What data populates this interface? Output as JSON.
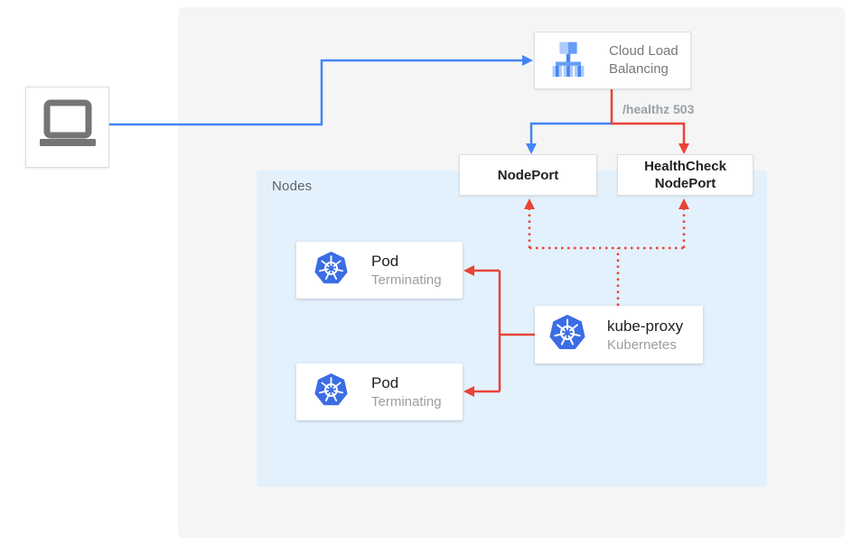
{
  "diagram": {
    "cloud_load_balancing": {
      "label": "Cloud Load Balancing",
      "icon": "cloud-load-balancing-icon"
    },
    "health_check_annotation": "/healthz 503",
    "node_port": {
      "label": "NodePort"
    },
    "health_check_node_port": {
      "label": "HealthCheck NodePort"
    },
    "nodes_group": {
      "label": "Nodes"
    },
    "pods": [
      {
        "title": "Pod",
        "status": "Terminating",
        "icon": "kubernetes-icon"
      },
      {
        "title": "Pod",
        "status": "Terminating",
        "icon": "kubernetes-icon"
      }
    ],
    "kube_proxy": {
      "title": "kube-proxy",
      "subtitle": "Kubernetes",
      "icon": "kubernetes-icon"
    },
    "client": {
      "icon": "laptop-icon"
    },
    "colors": {
      "traffic_blue": "#4285f4",
      "health_check_red": "#ea4335",
      "kubernetes_blue": "#3b6de4",
      "gcp_icon_blue": "#4285f4",
      "gcp_icon_mid_blue": "#669df6",
      "gcp_icon_light_blue": "#aecbfa",
      "nodes_background": "#e3f1fc",
      "panel_background": "#f5f5f6",
      "laptop_gray": "#757575"
    }
  }
}
